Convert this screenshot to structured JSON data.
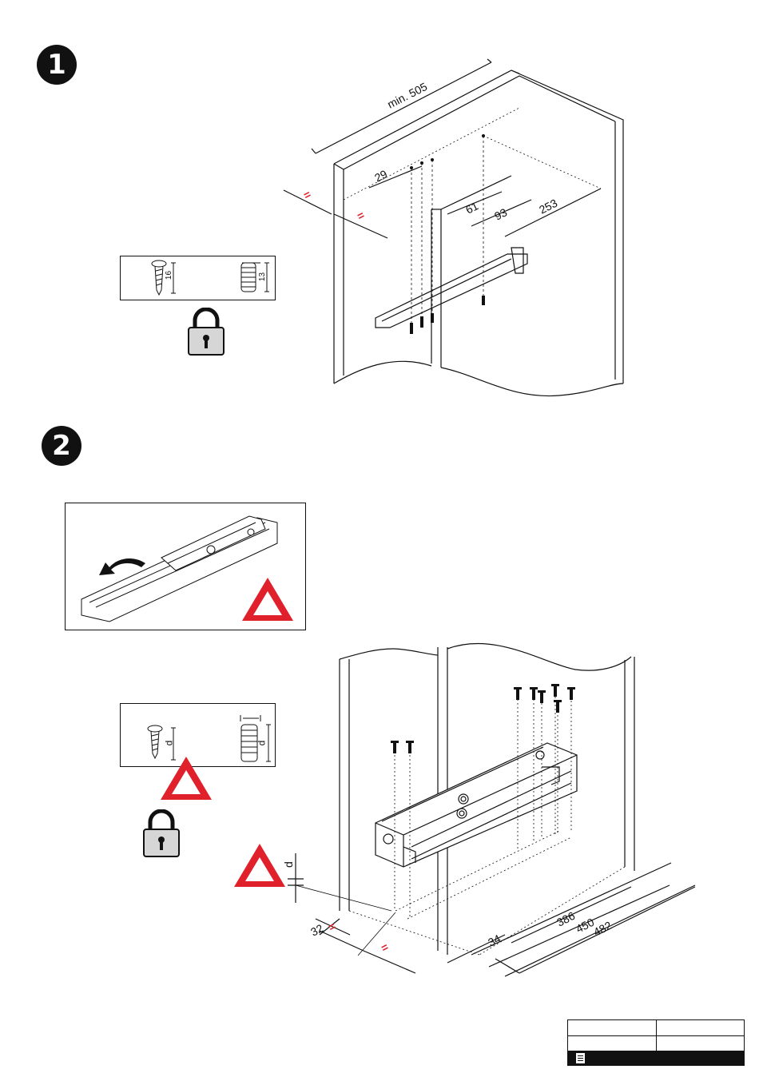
{
  "steps": [
    {
      "number": "1"
    },
    {
      "number": "2"
    }
  ],
  "figure1": {
    "dim_depth": "min. 505",
    "dim_29": "29",
    "dim_61": "61",
    "dim_93": "93",
    "dim_253": "253",
    "equal_sign": "="
  },
  "screw_box1": {
    "screw_len": "16",
    "dowel_len": "13"
  },
  "screw_box2": {
    "screw_len": "d",
    "dowel_len": "d"
  },
  "figure2": {
    "dim_d": "d",
    "dim_32": "32",
    "dim_34": "34",
    "dim_386": "386",
    "dim_450": "450",
    "dim_482": "482",
    "equal_sign": "="
  },
  "colors": {
    "warning_red": "#e0202a",
    "line": "#111111"
  },
  "icons": [
    "padlock-icon",
    "warning-triangle-icon",
    "document-icon",
    "arrow-icon"
  ]
}
